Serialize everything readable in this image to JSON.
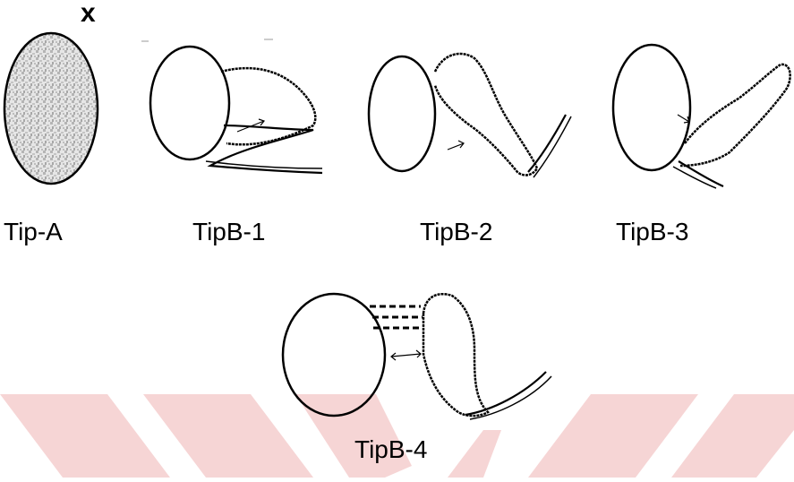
{
  "labels": {
    "tip_a": "Tip-A",
    "tip_b1": "TipB-1",
    "tip_b2": "TipB-2",
    "tip_b3": "TipB-3",
    "tip_b4": "TipB-4"
  },
  "marker": "x",
  "colors": {
    "stroke": "#000000",
    "fill_speckle": "#c8c8c8",
    "watermark": "#f6d5d5"
  }
}
